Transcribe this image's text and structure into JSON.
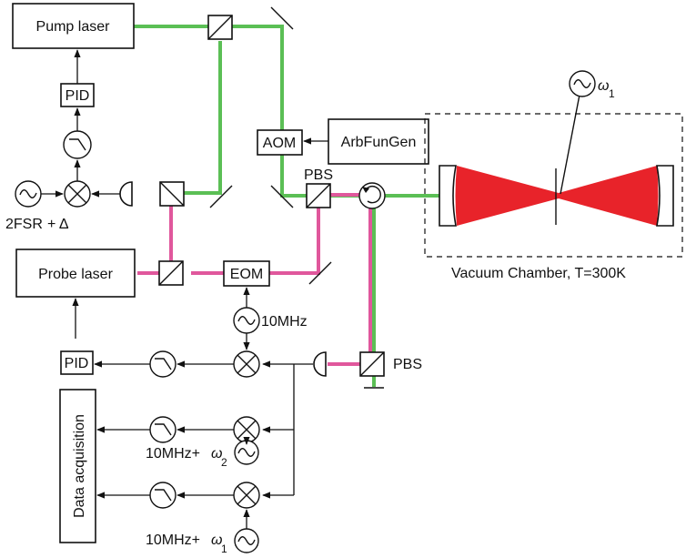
{
  "labels": {
    "pump_laser": "Pump laser",
    "probe_laser": "Probe laser",
    "pid_top": "PID",
    "pid_bottom": "PID",
    "aom": "AOM",
    "arb_fun_gen": "ArbFunGen",
    "eom": "EOM",
    "pbs_top": "PBS",
    "pbs_bottom": "PBS",
    "two_fsr": "2FSR",
    "delta": "+ Δ",
    "ten_mhz": "10MHz",
    "ten_mhz_w2": "10MHz+",
    "ten_mhz_w1": "10MHz+",
    "omega": "ω",
    "sub_1": "1",
    "sub_2": "2",
    "vacuum_chamber": "Vacuum Chamber, T=300K",
    "data_acquisition": "Data acquisition"
  },
  "colors": {
    "pump_beam": "#5bbf55",
    "probe_beam": "#e0579c",
    "cavity_mode": "#e8232a"
  }
}
